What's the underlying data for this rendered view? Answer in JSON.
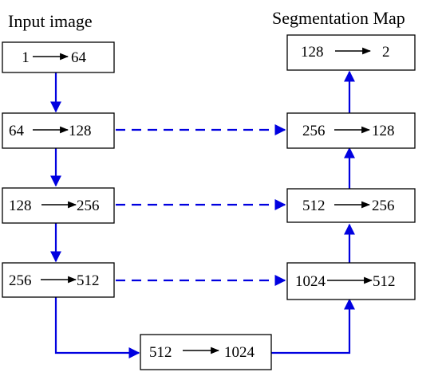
{
  "titles": {
    "input": "Input image",
    "output": "Segmentation Map"
  },
  "encoder": [
    {
      "in": "1",
      "out": "64"
    },
    {
      "in": "64",
      "out": "128"
    },
    {
      "in": "128",
      "out": "256"
    },
    {
      "in": "256",
      "out": "512"
    }
  ],
  "bottleneck": {
    "in": "512",
    "out": "1024"
  },
  "decoder": [
    {
      "in": "1024",
      "out": "512"
    },
    {
      "in": "512",
      "out": "256"
    },
    {
      "in": "256",
      "out": "128"
    },
    {
      "in": "128",
      "out": "2"
    }
  ],
  "colors": {
    "connector": "#0000e0",
    "box_border": "#000000"
  }
}
